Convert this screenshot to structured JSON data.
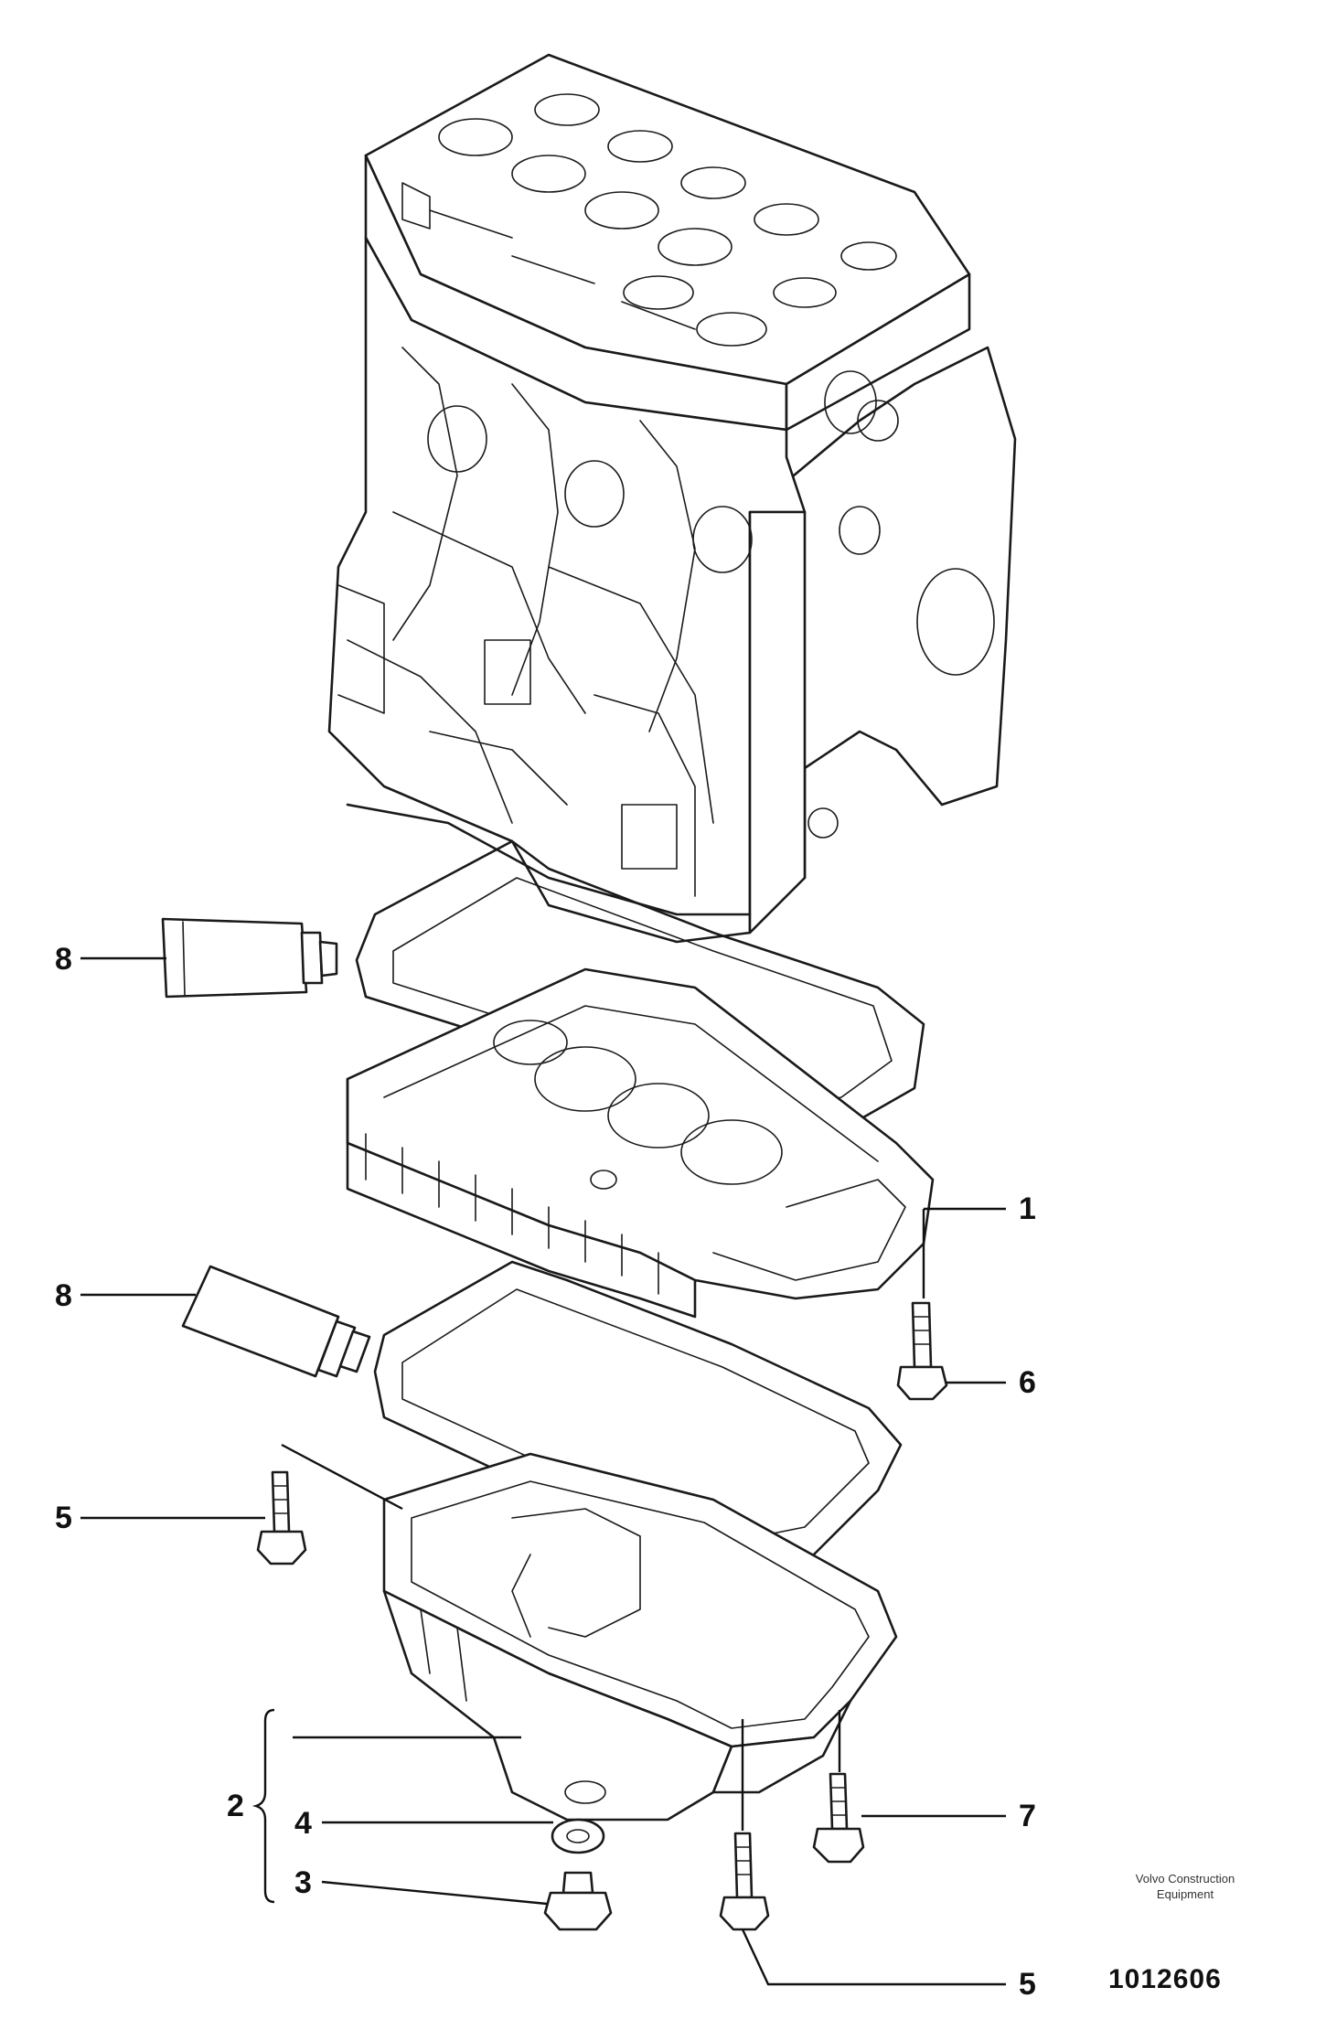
{
  "callouts": {
    "c1": "1",
    "c2": "2",
    "c3": "3",
    "c4": "4",
    "c5a": "5",
    "c5b": "5",
    "c6": "6",
    "c7": "7",
    "c8a": "8",
    "c8b": "8"
  },
  "footer": {
    "credit_line1": "Volvo Construction",
    "credit_line2": "Equipment",
    "figure_number": "1012606"
  }
}
